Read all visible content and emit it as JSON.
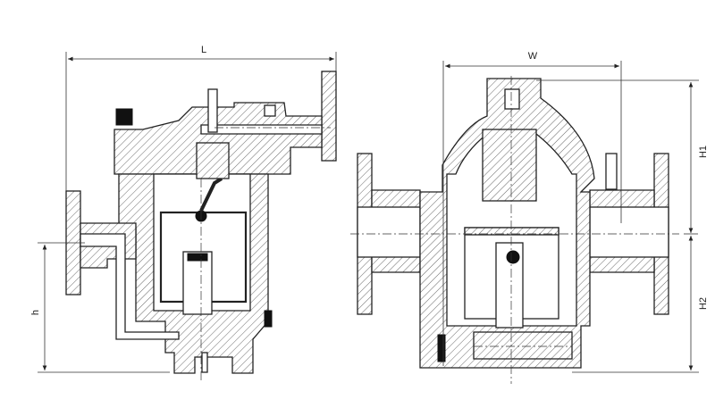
{
  "drawing": {
    "left_view": {
      "dimension_labels": {
        "length": "L",
        "inlet_height": "h"
      }
    },
    "right_view": {
      "dimension_labels": {
        "width": "W",
        "upper_height": "H1",
        "lower_height": "H2"
      }
    },
    "colors": {
      "line": "#222222",
      "background": "#ffffff"
    }
  }
}
